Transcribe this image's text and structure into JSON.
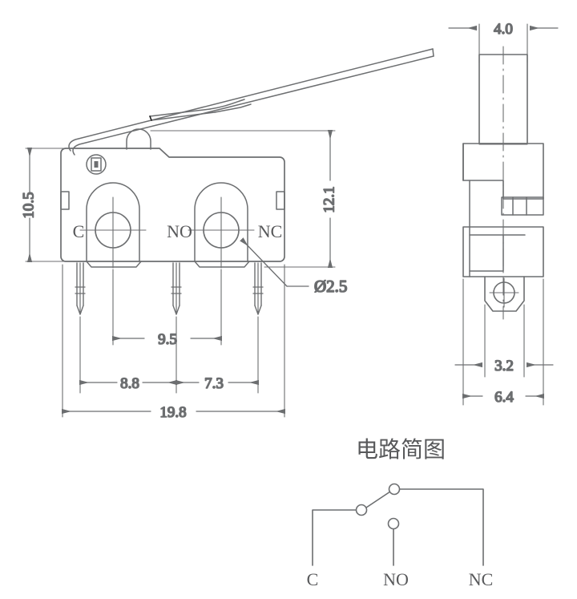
{
  "drawing": {
    "title_cn": "电路简图",
    "line_color": "#6c6e70",
    "text_color": "#58595b",
    "background": "#ffffff"
  },
  "front_view": {
    "dimensions": {
      "body_height_left": "10.5",
      "body_height_right": "12.1",
      "pin_pitch_middle": "9.5",
      "pin_span_left": "8.8",
      "pin_span_right": "7.3",
      "total_width": "19.8",
      "hole_diameter": "Ø2.5"
    },
    "terminal_labels": {
      "common": "C",
      "normally_open": "NO",
      "normally_closed": "NC"
    }
  },
  "side_view": {
    "dimensions": {
      "plunger_width": "4.0",
      "tab_width": "3.2",
      "body_depth": "6.4"
    }
  },
  "circuit_diagram": {
    "title": "电路简图",
    "terminals": [
      "C",
      "NO",
      "NC"
    ]
  }
}
